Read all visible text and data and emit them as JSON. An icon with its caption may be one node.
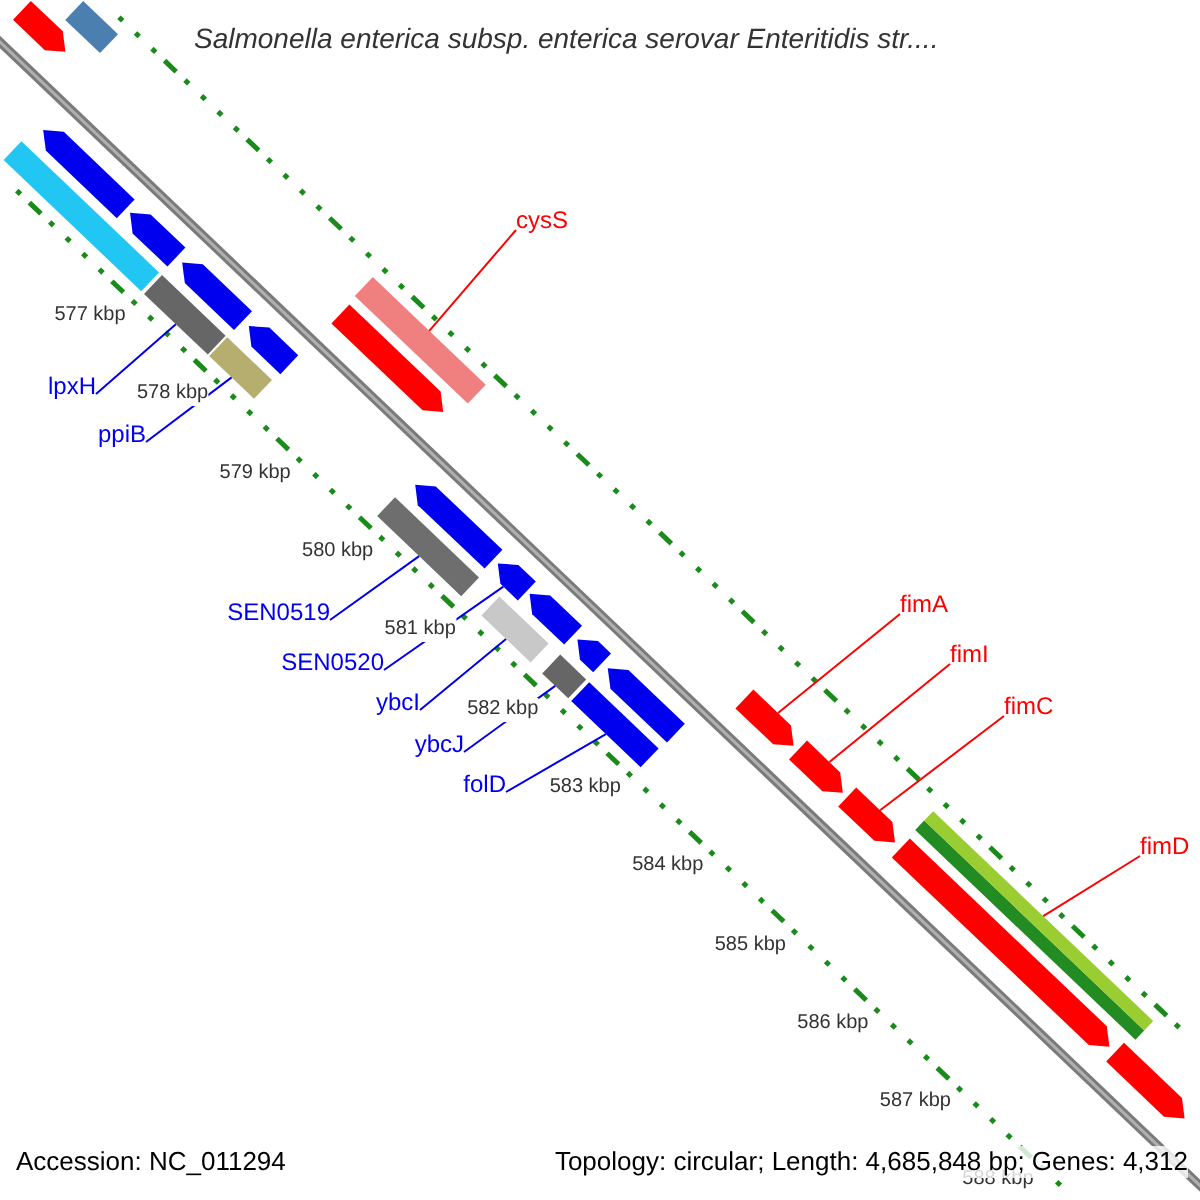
{
  "diagram": {
    "title": "Salmonella enterica subsp. enterica serovar Enteritidis str....",
    "nodes": [
      {
        "text": [
          "cysS"
        ]
      },
      {
        "text": [
          "lpxH"
        ]
      },
      {
        "text": [
          "ppiB"
        ]
      },
      {
        "text": [
          "SEN0519"
        ]
      },
      {
        "text": [
          "SEN0520"
        ]
      },
      {
        "text": [
          "ybcI"
        ]
      },
      {
        "text": [
          "ybcJ"
        ]
      },
      {
        "text": [
          "folD"
        ]
      },
      {
        "text": [
          "fimA"
        ]
      },
      {
        "text": [
          "fimI"
        ]
      },
      {
        "text": [
          "fimC"
        ]
      },
      {
        "text": [
          "fimD"
        ]
      },
      {
        "text": [],
        "shape": "bar"
      },
      {
        "text": [],
        "shape": "bar"
      },
      {
        "text": [],
        "shape": "bar"
      },
      {
        "text": [],
        "shape": "bar"
      },
      {
        "text": [],
        "shape": "bar"
      },
      {
        "text": [],
        "shape": "bar"
      },
      {
        "text": [],
        "shape": "bar"
      },
      {
        "text": [],
        "shape": "bar"
      },
      {
        "text": [],
        "shape": "bar"
      },
      {
        "text": [],
        "shape": "bar"
      },
      {
        "text": [],
        "shape": "bar"
      },
      {
        "text": [],
        "shape": "bar"
      },
      {
        "text": [],
        "shape": "bar"
      },
      {
        "text": [],
        "shape": "bar"
      },
      {
        "text": [],
        "shape": "bar"
      },
      {
        "text": [],
        "shape": "bar"
      },
      {
        "text": [],
        "shape": "bar"
      },
      {
        "text": [],
        "shape": "bar"
      },
      {
        "text": [],
        "shape": "bar"
      },
      {
        "text": [],
        "shape": "bar"
      },
      {
        "text": [],
        "shape": "bar"
      },
      {
        "text": [],
        "shape": "bar"
      },
      {
        "text": [],
        "shape": "bar"
      },
      {
        "text": [],
        "shape": "bar"
      },
      {
        "text": [],
        "shape": "bar"
      },
      {
        "text": [],
        "shape": "bar"
      }
    ],
    "edges": [
      {
        "from": 0,
        "to": 21,
        "arrow": "none",
        "color": "#ff0000"
      },
      {
        "from": 1,
        "to": 17,
        "arrow": "none"
      },
      {
        "from": 2,
        "to": 19,
        "arrow": "none"
      },
      {
        "from": 3,
        "to": 23,
        "arrow": "none"
      },
      {
        "from": 4,
        "to": 25,
        "arrow": "none"
      },
      {
        "from": 5,
        "to": 26,
        "arrow": "none"
      },
      {
        "from": 6,
        "to": 28,
        "arrow": "none"
      },
      {
        "from": 7,
        "to": 30,
        "arrow": "none"
      },
      {
        "from": 8,
        "to": 32,
        "arrow": "none",
        "color": "#ff0000"
      },
      {
        "from": 9,
        "to": 33,
        "arrow": "none",
        "color": "#ff0000"
      },
      {
        "from": 10,
        "to": 34,
        "arrow": "none",
        "color": "#ff0000"
      },
      {
        "from": 11,
        "to": 36,
        "arrow": "none",
        "color": "#ff0000"
      }
    ],
    "labels": [
      "577 kbp",
      "578 kbp",
      "579 kbp",
      "580 kbp",
      "581 kbp",
      "582 kbp",
      "583 kbp",
      "584 kbp",
      "585 kbp",
      "586 kbp",
      "587 kbp",
      "588 kbp",
      "Accession: NC_011294",
      "Topology: circular; Length: 4,685,848 bp; Genes: 4,312"
    ]
  }
}
